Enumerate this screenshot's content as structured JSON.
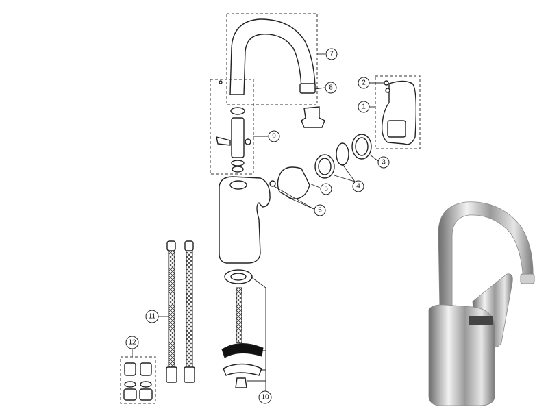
{
  "diagram": {
    "title": "Faucet exploded parts view",
    "callouts": [
      {
        "id": "1",
        "label": "1"
      },
      {
        "id": "2",
        "label": "2"
      },
      {
        "id": "3",
        "label": "3"
      },
      {
        "id": "4",
        "label": "4"
      },
      {
        "id": "5",
        "label": "5"
      },
      {
        "id": "6",
        "label": "6"
      },
      {
        "id": "7",
        "label": "7"
      },
      {
        "id": "8",
        "label": "8"
      },
      {
        "id": "9",
        "label": "9"
      },
      {
        "id": "10",
        "label": "10"
      },
      {
        "id": "11",
        "label": "11"
      },
      {
        "id": "12",
        "label": "12"
      }
    ]
  }
}
